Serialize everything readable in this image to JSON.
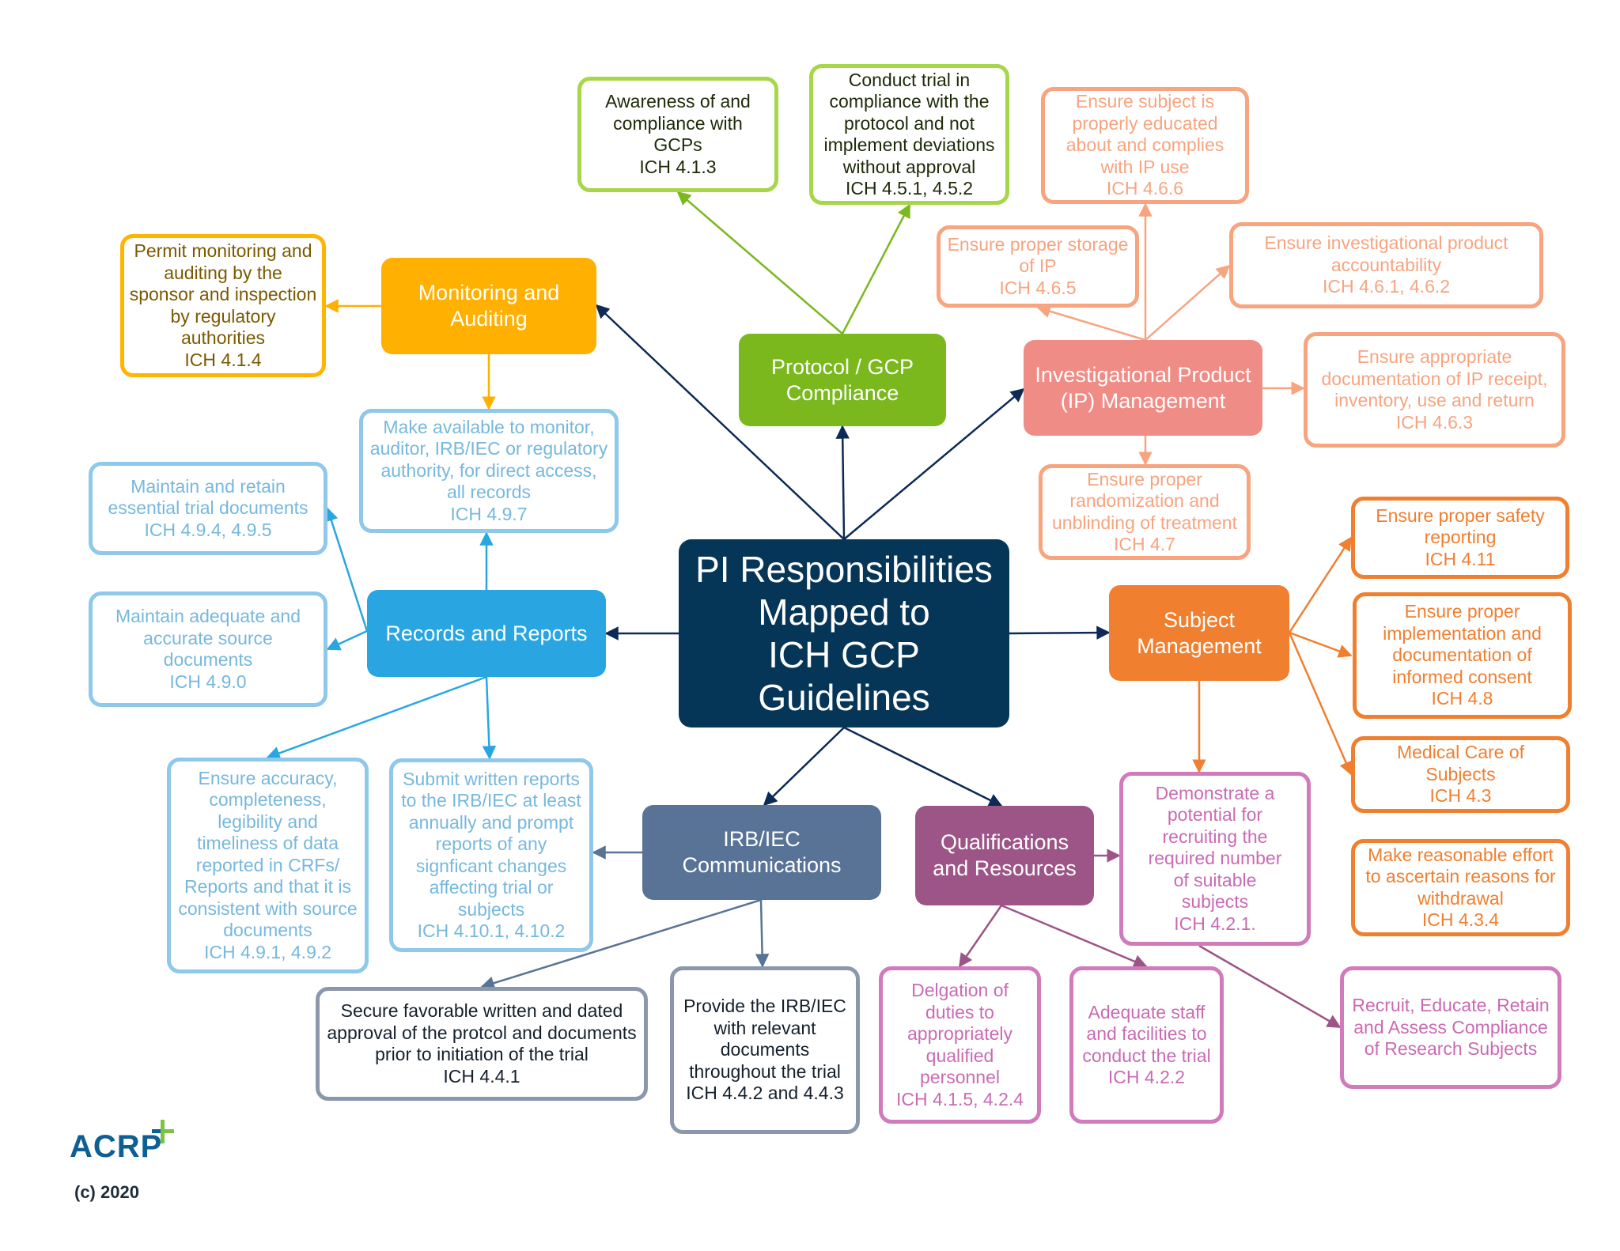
{
  "center": {
    "lines": [
      "PI Responsibilities",
      "Mapped to",
      "ICH GCP",
      "Guidelines"
    ]
  },
  "categories": {
    "monitoring": {
      "lines": [
        "Monitoring and",
        "Auditing"
      ]
    },
    "protocol": {
      "lines": [
        "Protocol / GCP",
        "Compliance"
      ]
    },
    "ip": {
      "lines": [
        "Investigational Product",
        "(IP) Management"
      ]
    },
    "records": {
      "lines": [
        "Records and Reports"
      ]
    },
    "subject": {
      "lines": [
        "Subject",
        "Management"
      ]
    },
    "irb": {
      "lines": [
        "IRB/IEC",
        "Communications"
      ]
    },
    "qual": {
      "lines": [
        "Qualifications",
        "and Resources"
      ]
    }
  },
  "details": {
    "mon_permit": {
      "lines": [
        "Permit monitoring and",
        "auditing by the",
        "sponsor and inspection",
        "by regulatory",
        "authorities",
        "ICH 4.1.4"
      ]
    },
    "gcp_aware": {
      "lines": [
        "Awareness of and",
        "compliance with",
        "GCPs",
        "ICH 4.1.3"
      ]
    },
    "gcp_conduct": {
      "lines": [
        "Conduct trial in",
        "compliance with the",
        "protocol and not",
        "implement deviations",
        "without approval",
        "ICH 4.5.1, 4.5.2"
      ]
    },
    "ip_educate": {
      "lines": [
        "Ensure subject is",
        "properly educated",
        "about and complies",
        "with IP use",
        "ICH 4.6.6"
      ]
    },
    "ip_storage": {
      "lines": [
        "Ensure proper storage",
        "of IP",
        "ICH 4.6.5"
      ]
    },
    "ip_account": {
      "lines": [
        "Ensure investigational product",
        "accountability",
        "ICH 4.6.1, 4.6.2"
      ]
    },
    "ip_document": {
      "lines": [
        "Ensure appropriate",
        "documentation of IP receipt,",
        "inventory, use and return",
        "ICH 4.6.3"
      ]
    },
    "ip_random": {
      "lines": [
        "Ensure proper",
        "randomization and",
        "unblinding of treatment",
        "ICH 4.7"
      ]
    },
    "rec_access": {
      "lines": [
        "Make available to monitor,",
        "auditor, IRB/IEC or regulatory",
        "authority, for direct access,",
        "all records",
        "ICH 4.9.7"
      ]
    },
    "rec_retain": {
      "lines": [
        "Maintain and retain",
        "essential trial documents",
        "ICH 4.9.4, 4.9.5"
      ]
    },
    "rec_source": {
      "lines": [
        "Maintain adequate and",
        "accurate source",
        "documents",
        "ICH 4.9.0"
      ]
    },
    "rec_accuracy": {
      "lines": [
        "Ensure accuracy,",
        "completeness,",
        "legibility and",
        "timeliness of data",
        "reported in CRFs/",
        "Reports and that it is",
        "consistent with source",
        "documents",
        "ICH 4.9.1, 4.9.2"
      ]
    },
    "rec_submit": {
      "lines": [
        "Submit written reports",
        "to the IRB/IEC at least",
        "annually and prompt",
        "reports of any",
        "signficant changes",
        "affecting trial or",
        "subjects",
        "ICH 4.10.1, 4.10.2"
      ]
    },
    "sub_safety": {
      "lines": [
        "Ensure proper safety",
        "reporting",
        "ICH 4.11"
      ]
    },
    "sub_consent": {
      "lines": [
        "Ensure proper",
        "implementation and",
        "documentation of",
        "informed consent",
        "ICH 4.8"
      ]
    },
    "sub_medical": {
      "lines": [
        "Medical Care of",
        "Subjects",
        "ICH 4.3"
      ]
    },
    "sub_withdraw": {
      "lines": [
        "Make reasonable effort",
        "to ascertain reasons for",
        "withdrawal",
        "ICH 4.3.4"
      ]
    },
    "qual_recruit": {
      "lines": [
        "Demonstrate a",
        "potential for",
        "recruiting the",
        "required number",
        "of suitable",
        "subjects",
        "ICH 4.2.1."
      ]
    },
    "qual_deleg": {
      "lines": [
        "Delgation of",
        "duties to",
        "appropriately",
        "qualified",
        "personnel",
        "ICH 4.1.5, 4.2.4"
      ]
    },
    "qual_staff": {
      "lines": [
        "Adequate staff",
        "and facilities to",
        "conduct the trial",
        "ICH 4.2.2"
      ]
    },
    "qual_educate": {
      "lines": [
        "Recruit, Educate, Retain",
        "and Assess Compliance",
        "of Research Subjects"
      ]
    },
    "irb_approval": {
      "lines": [
        "Secure favorable written and dated",
        "approval of the protcol and documents",
        "prior to initiation of the trial",
        "ICH 4.4.1"
      ]
    },
    "irb_provide": {
      "lines": [
        "Provide the IRB/IEC",
        "with relevant",
        "documents",
        "throughout the trial",
        "ICH 4.4.2 and 4.4.3"
      ]
    }
  },
  "colors": {
    "center": "#063657",
    "monitoring": "#ffb000",
    "monitoring_detail_border": "#ffb400",
    "monitoring_detail_text": "#7a5a00",
    "protocol": "#7ab81e",
    "protocol_detail_border": "#a6d649",
    "protocol_detail_text": "#1c2a06",
    "ip": "#ef8c85",
    "ip_detail": "#f7a47f",
    "records": "#29a6e1",
    "records_detail_border": "#8ec8ea",
    "records_detail_text": "#76b8de",
    "subject": "#f07f2f",
    "subject_detail": "#f07f2f",
    "irb": "#587395",
    "irb_detail_border": "#8b98ab",
    "irb_detail_text": "#14202c",
    "qual": "#9c5586",
    "qual_detail_border": "#d17bbd",
    "qual_detail_text": "#ca6ab4",
    "connector_center": "#0c2a55"
  },
  "logo": {
    "brand": "ACRP",
    "copyright": "(c)  2020"
  }
}
